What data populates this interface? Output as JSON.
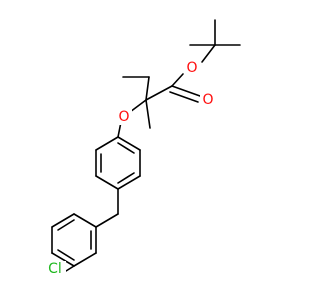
{
  "molecule": {
    "atoms": {
      "oxygen_carbonyl": {
        "label": "O",
        "color": "#ff0d0d"
      },
      "oxygen_ester": {
        "label": "O",
        "color": "#ff0d0d"
      },
      "oxygen_ether": {
        "label": "O",
        "color": "#ff0d0d"
      },
      "chlorine": {
        "label": "Cl",
        "color": "#1fb81f"
      }
    },
    "bond_color": "#000000",
    "background": "#ffffff"
  }
}
